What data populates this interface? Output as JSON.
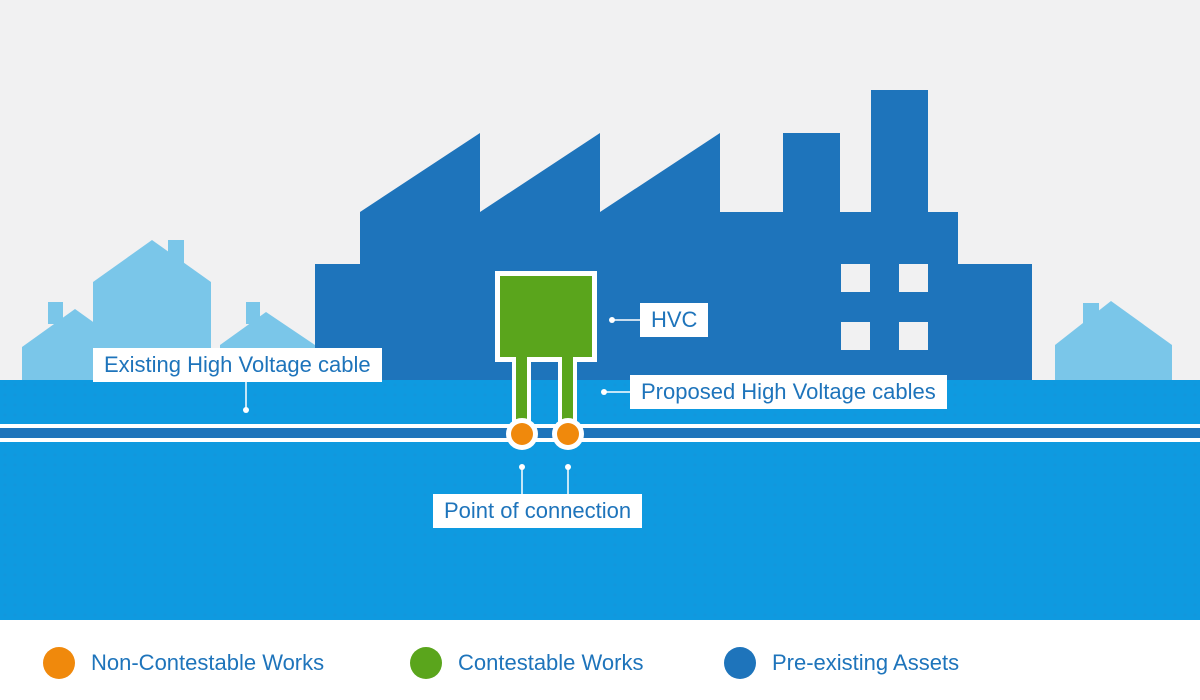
{
  "colors": {
    "sky": "#f1f1f2",
    "ground": "#0e9ae0",
    "houses": "#7ac6e9",
    "factory": "#1e74bb",
    "contestable": "#5aa51c",
    "non_contestable": "#f0890c",
    "label_text": "#1e74bb"
  },
  "labels": {
    "hvc": "HVC",
    "existing_cable": "Existing High Voltage cable",
    "proposed_cables": "Proposed High Voltage cables",
    "point_of_connection": "Point of connection"
  },
  "legend": [
    {
      "label": "Non-Contestable Works",
      "color": "#f0890c"
    },
    {
      "label": "Contestable Works",
      "color": "#5aa51c"
    },
    {
      "label": "Pre-existing Assets",
      "color": "#1e74bb"
    }
  ]
}
